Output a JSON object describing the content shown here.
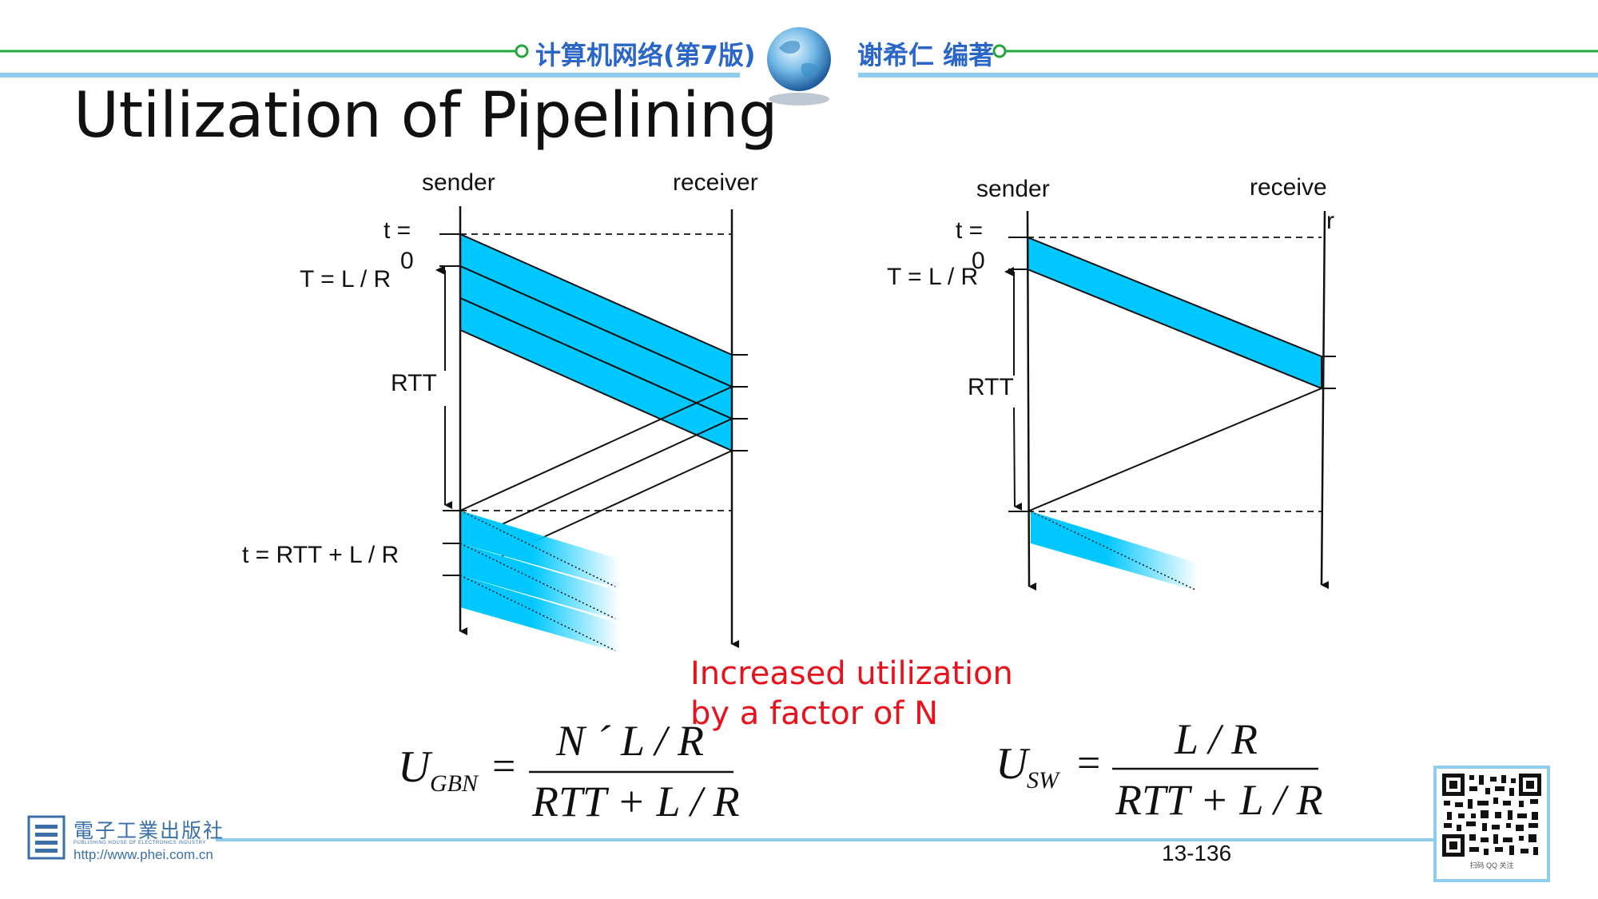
{
  "header": {
    "book_title": "计算机网络(第7版)",
    "author": "谢希仁 编著",
    "accent_green": "#22a83a",
    "accent_blue": "#8fcdee"
  },
  "slide": {
    "title": "Utilization of Pipelining",
    "page_number": "13-136"
  },
  "pipelined_diagram": {
    "sender_label": "sender",
    "receiver_label": "receiver",
    "t0_label_line1": "t =",
    "t0_label_line2": "0",
    "tlr_label": "T = L / R",
    "rtt_label": "RTT",
    "t_rtt_label": "t = RTT + L / R"
  },
  "stop_wait_diagram": {
    "sender_label": "sender",
    "receiver_label_line1": "receive",
    "receiver_label_line2": "r",
    "t0_label_line1": "t =",
    "t0_label_line2": "0",
    "tlr_label": "T = L / R",
    "rtt_label": "RTT"
  },
  "annotation": {
    "line1": "Increased utilization",
    "line2": "by a factor of N",
    "color": "#e8121c"
  },
  "formula_gbn": {
    "U": "U",
    "subscript": "GBN",
    "equals": "=",
    "numerator": "N ´ L / R",
    "denominator": "RTT + L / R"
  },
  "formula_sw": {
    "U": "U",
    "subscript": "SW",
    "equals": "=",
    "numerator": "L / R",
    "denominator": "RTT + L / R"
  },
  "publisher": {
    "name": "電子工業出版社",
    "english": "PUBLISHING HOUSE OF ELECTRONICS INDUSTRY",
    "url": "http://www.phei.com.cn"
  },
  "qr": {
    "caption": "扫码 QQ 关注"
  },
  "colors": {
    "packet_cyan": "#00c8ff"
  }
}
